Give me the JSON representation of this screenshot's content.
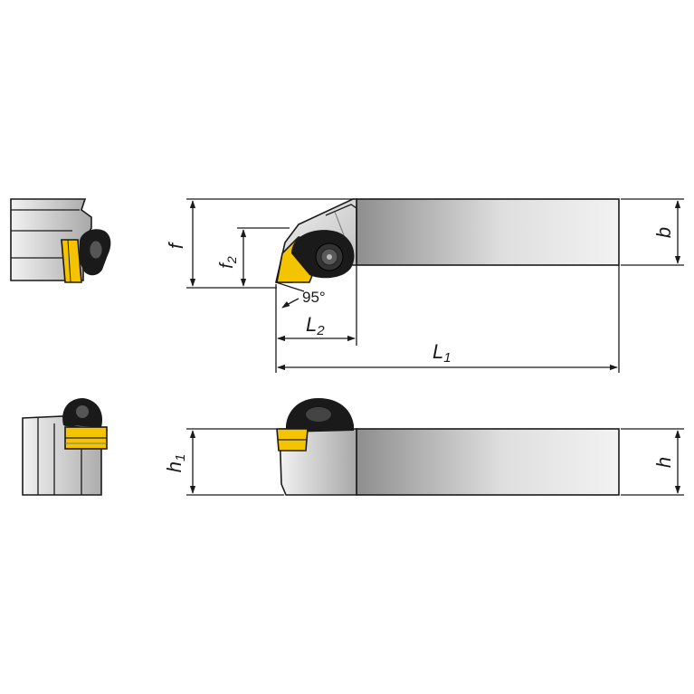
{
  "labels": {
    "f": "f",
    "f2_main": "f",
    "f2_sub": "2",
    "angle": "95°",
    "L2_main": "L",
    "L2_sub": "2",
    "L1_main": "L",
    "L1_sub": "1",
    "b": "b",
    "h1_main": "h",
    "h1_sub": "1",
    "h": "h"
  },
  "colors": {
    "insert": "#f5c400",
    "body_light": "#e6e6e6",
    "body_dark": "#9a9a9a",
    "clamp": "#1a1a1a",
    "line": "#1a1a1a"
  },
  "icons": {
    "clamp_screw": "clamp-screw-icon"
  }
}
